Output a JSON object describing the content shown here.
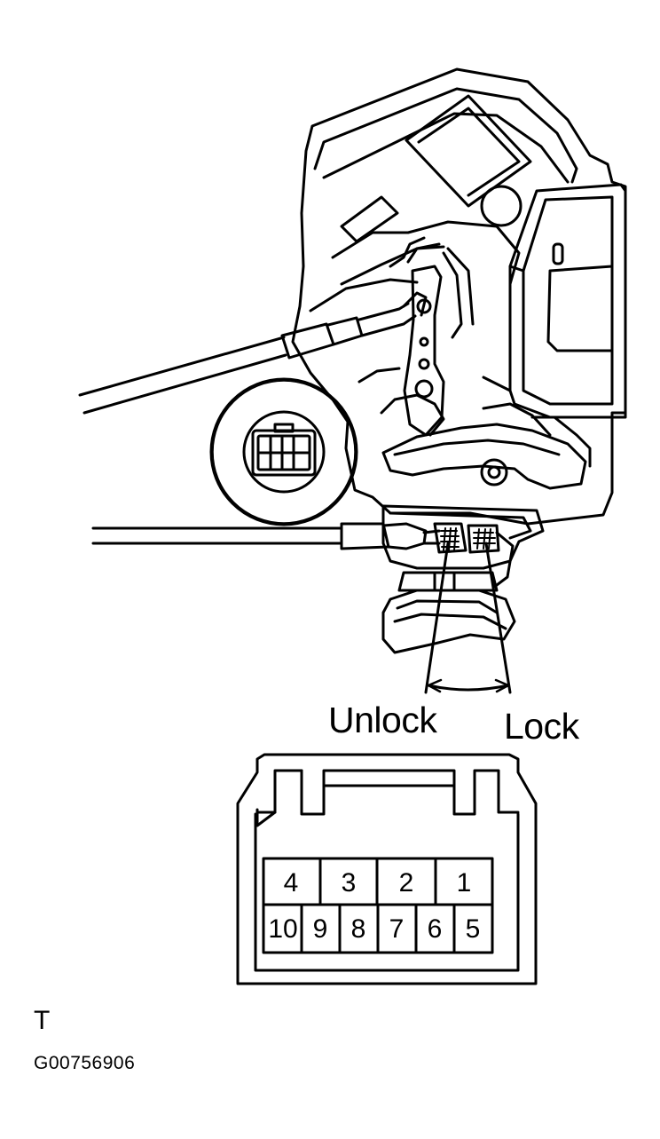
{
  "labels": {
    "unlock": "Unlock",
    "lock": "Lock",
    "view_letter": "T",
    "figure_code": "G00756906"
  },
  "connector": {
    "top_row": [
      "4",
      "3",
      "2",
      "1"
    ],
    "bottom_row": [
      "10",
      "9",
      "8",
      "7",
      "6",
      "5"
    ]
  }
}
